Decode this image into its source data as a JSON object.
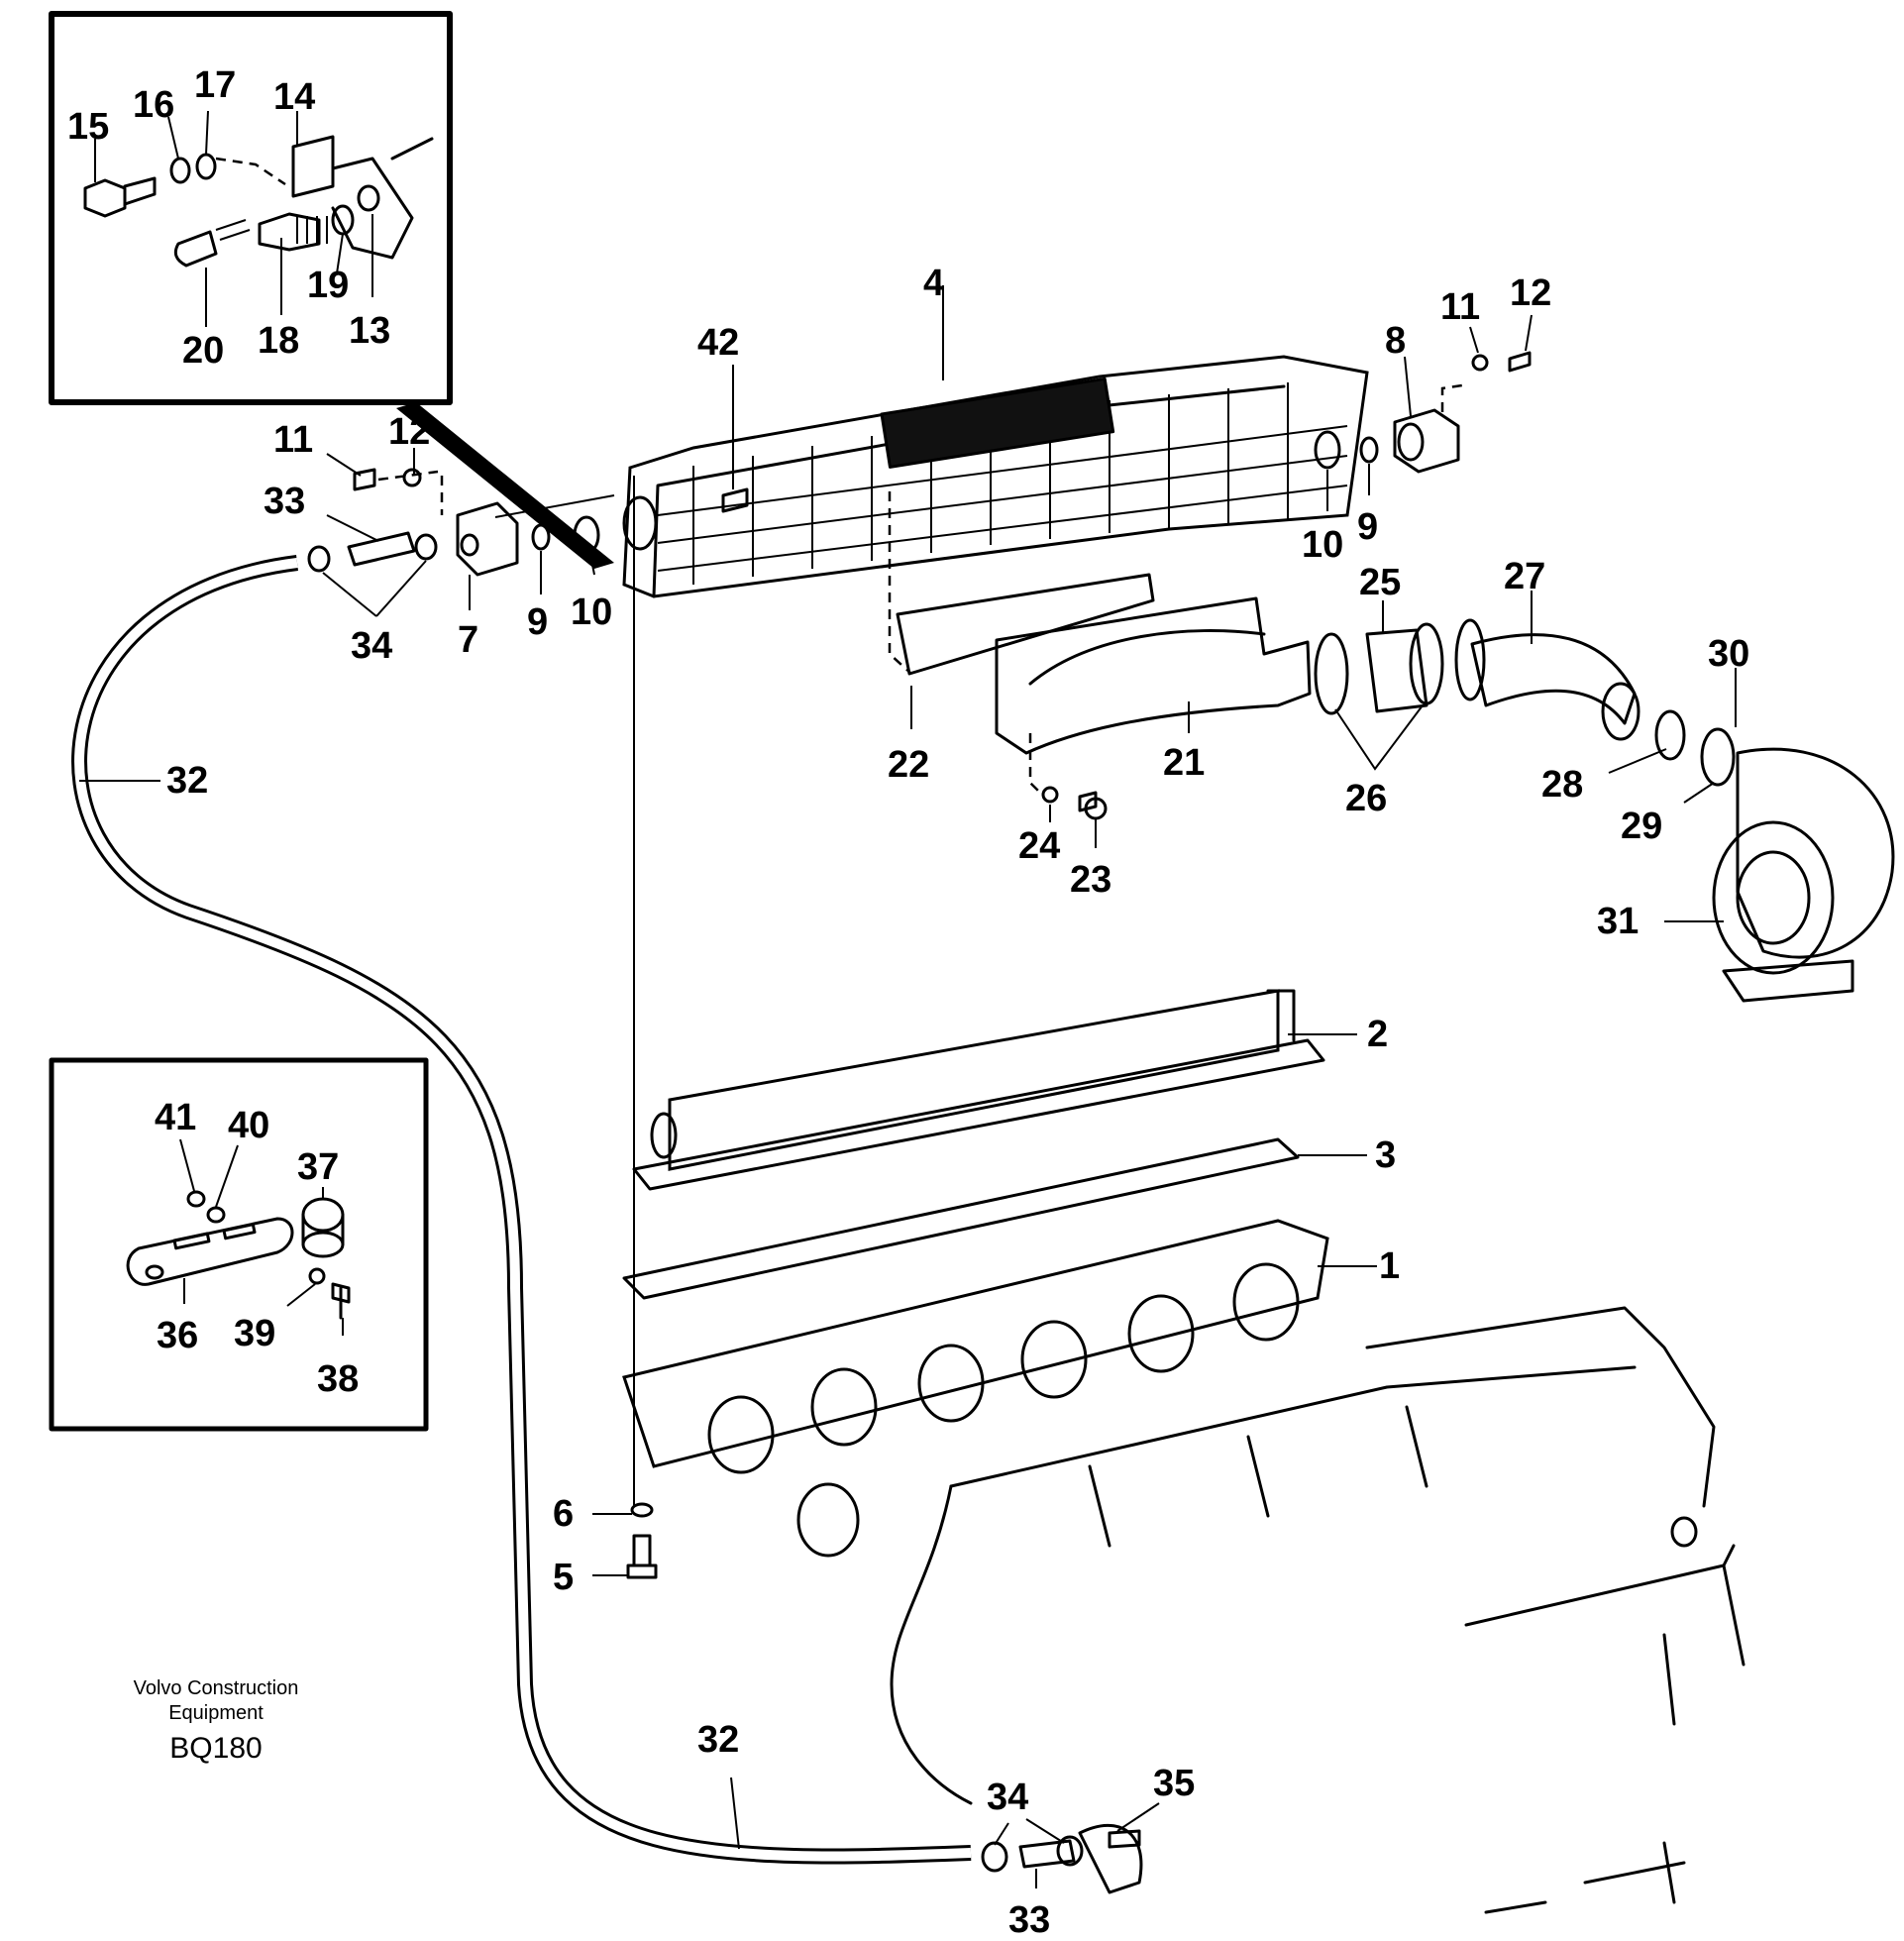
{
  "caption": {
    "line1": "Volvo Construction",
    "line2": "Equipment",
    "code": "BQ180"
  },
  "labels": {
    "l1": "1",
    "l2": "2",
    "l3": "3",
    "l4": "4",
    "l5": "5",
    "l6": "6",
    "l7": "7",
    "l8": "8",
    "l9a": "9",
    "l9b": "9",
    "l10a": "10",
    "l10b": "10",
    "l11a": "11",
    "l11b": "11",
    "l12a": "12",
    "l12b": "12",
    "l13": "13",
    "l14": "14",
    "l15": "15",
    "l16": "16",
    "l17": "17",
    "l18": "18",
    "l19": "19",
    "l20": "20",
    "l21": "21",
    "l22": "22",
    "l23": "23",
    "l24": "24",
    "l25": "25",
    "l26": "26",
    "l27": "27",
    "l28": "28",
    "l29": "29",
    "l30": "30",
    "l31": "31",
    "l32a": "32",
    "l32b": "32",
    "l33a": "33",
    "l33b": "33",
    "l34a": "34",
    "l34b": "34",
    "l35": "35",
    "l36": "36",
    "l37": "37",
    "l38": "38",
    "l39": "39",
    "l40": "40",
    "l41": "41",
    "l42": "42"
  }
}
